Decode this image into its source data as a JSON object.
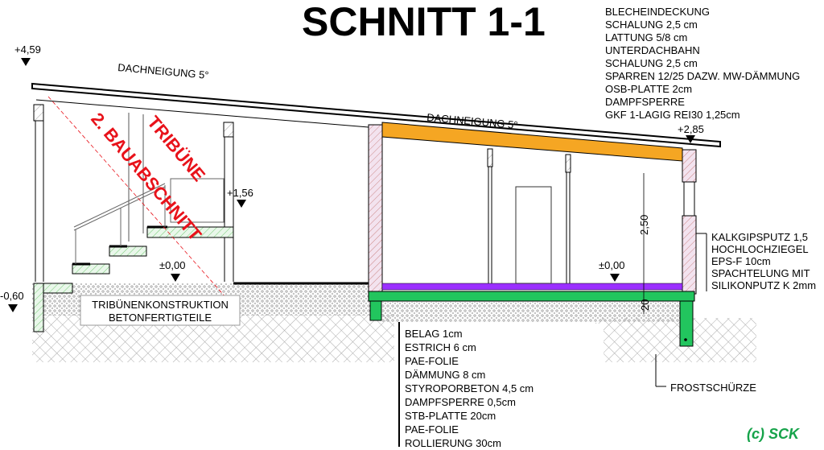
{
  "title": "SCHNITT 1-1",
  "roof_pitch_labels": [
    "DACHNEIGUNG 5°",
    "DACHNEIGUNG 5°"
  ],
  "levels": {
    "top_left": "+4,59",
    "eave_right": "+2,85",
    "stand_top": "+1,56",
    "ground_left": "±0,00",
    "ground_right": "±0,00",
    "lower_left": "-0,60"
  },
  "dimensions": {
    "room_height": "2,50",
    "slab": "20"
  },
  "roof_layers": [
    "BLECHEINDECKUNG",
    "SCHALUNG 2,5 cm",
    "LATTUNG 5/8 cm",
    "UNTERDACHBAHN",
    "SCHALUNG 2,5 cm",
    "SPARREN 12/25 DAZW. MW-DÄMMUNG",
    "OSB-PLATTE 2cm",
    "DAMPFSPERRE",
    "GKF 1-LAGIG REI30 1,25cm"
  ],
  "wall_layers": [
    "KALKGIPSPUTZ 1,5",
    "HOCHLOCHZIEGEL",
    "EPS-F 10cm",
    "SPACHTELUNG MIT",
    "SILIKONPUTZ K 2mm"
  ],
  "floor_layers": [
    "BELAG 1cm",
    "ESTRICH 6 cm",
    "PAE-FOLIE",
    "DÄMMUNG 8 cm",
    "STYROPORBETON 4,5 cm",
    "DAMPFSPERRE 0,5cm",
    "STB-PLATTE 20cm",
    "PAE-FOLIE",
    "ROLLIERUNG 30cm"
  ],
  "tribune_note": [
    "TRIBÜNENKONSTRUKTION",
    "BETONFERTIGTEILE"
  ],
  "phase_stamp": [
    "TRIBÜNE",
    "2. BAUABSCHNITT"
  ],
  "frost_label": "FROSTSCHÜRZE",
  "logo": "(c) SCK",
  "colors": {
    "roof_insulation": "#f5a623",
    "slab": "#22c55e",
    "floor_layer": "#9b30ff",
    "wall": "#c9a0dc",
    "stamp": "#e8121a"
  }
}
